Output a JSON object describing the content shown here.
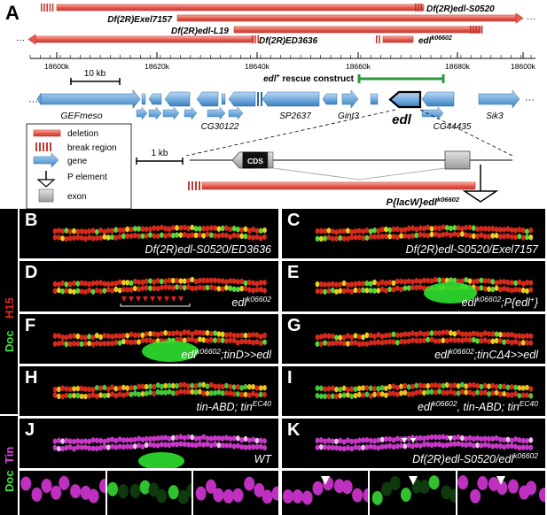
{
  "panelA": {
    "letter": "A",
    "deletions": [
      {
        "name": "Df(2R)edl-S0520"
      },
      {
        "name": "Df(2R)Exel7157"
      },
      {
        "name": "Df(2R)edl-L19"
      },
      {
        "name": "Df(2R)ED3636"
      },
      {
        "name": "edl",
        "sup": "k06602"
      }
    ],
    "ticks": [
      "18600k",
      "18620k",
      "18640k",
      "18660k",
      "18680k",
      "18600k"
    ],
    "scale_10kb": "10 kb",
    "scale_1kb": "1 kb",
    "rescue": "edl",
    "rescue_sup": "+",
    "rescue_rest": " rescue construct",
    "genes": [
      "GEFmeso",
      "CG30122",
      "SP2637",
      "Gint3",
      "edl",
      "CG44435",
      "Sik3"
    ],
    "cds": "CDS",
    "pelement": "P{lacW}edl",
    "pelement_sup": "k06602",
    "legend": [
      {
        "label": "deletion",
        "icon": "deletion-box-icon"
      },
      {
        "label": "break region",
        "icon": "break-region-icon"
      },
      {
        "label": "gene",
        "icon": "gene-arrow-icon"
      },
      {
        "label": "P element",
        "icon": "p-element-icon"
      },
      {
        "label": "exon",
        "icon": "exon-box-icon"
      }
    ]
  },
  "stain_labels": {
    "doc": "Doc",
    "h15": "H15",
    "tin": "Tin"
  },
  "panels": [
    {
      "letter": "B",
      "geno": "Df(2R)edl-S0520/ED3636"
    },
    {
      "letter": "C",
      "geno": "Df(2R)edl-S0520/Exel7157"
    },
    {
      "letter": "D",
      "geno": "edl",
      "sup": "k06602"
    },
    {
      "letter": "E",
      "geno": "edl",
      "sup": "k06602",
      "rest": ";P{edl",
      "sup2": "+",
      "rest2": "}"
    },
    {
      "letter": "F",
      "geno": "edl",
      "sup": "k06602",
      "rest": ";tinD>>edl"
    },
    {
      "letter": "G",
      "geno": "edl",
      "sup": "k06602",
      "rest": ";tinCΔ4>>edl"
    },
    {
      "letter": "H",
      "geno": "tin-ABD; tin",
      "sup": "EC40"
    },
    {
      "letter": "I",
      "geno": "edl",
      "sup": "k06602",
      "rest": ", tin-ABD; tin",
      "sup2": "EC40"
    },
    {
      "letter": "J",
      "geno": "WT"
    },
    {
      "letter": "K",
      "geno": "Df(2R)edl-S0520/edl",
      "sup": "k06602"
    }
  ],
  "colors": {
    "deletion": "#e85a4f",
    "gene": "#6aa6dc",
    "rescue": "#2b9a3a",
    "h15": "#e0281c",
    "doc": "#39e639",
    "tin": "#e040e0"
  }
}
